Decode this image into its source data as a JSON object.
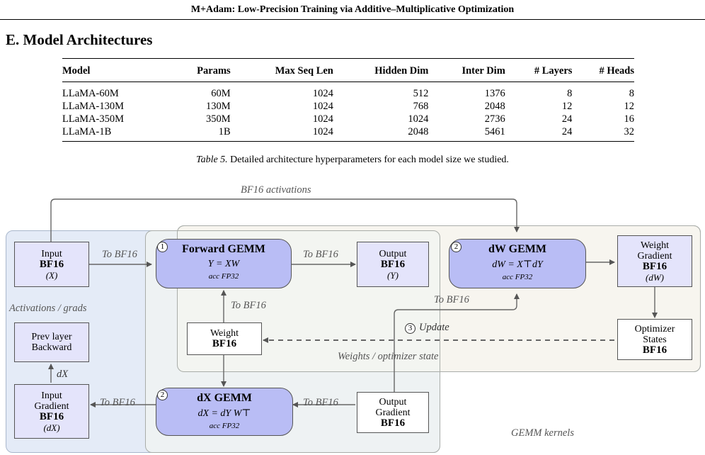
{
  "running_head": "M+Adam: Low-Precision Training via Additive–Multiplicative Optimization",
  "section_title": "E. Model Architectures",
  "table": {
    "headers": [
      "Model",
      "Params",
      "Max Seq Len",
      "Hidden Dim",
      "Inter Dim",
      "# Layers",
      "# Heads"
    ],
    "rows": [
      [
        "LLaMA-60M",
        "60M",
        "1024",
        "512",
        "1376",
        "8",
        "8"
      ],
      [
        "LLaMA-130M",
        "130M",
        "1024",
        "768",
        "2048",
        "12",
        "12"
      ],
      [
        "LLaMA-350M",
        "350M",
        "1024",
        "1024",
        "2736",
        "24",
        "16"
      ],
      [
        "LLaMA-1B",
        "1B",
        "1024",
        "2048",
        "5461",
        "24",
        "32"
      ]
    ]
  },
  "caption": {
    "label": "Table 5.",
    "text": " Detailed architecture hyperparameters for each model size we studied."
  },
  "diagram": {
    "input": {
      "title": "Input",
      "dtype": "BF16",
      "var": "(X)"
    },
    "output": {
      "title": "Output",
      "dtype": "BF16",
      "var": "(Y)"
    },
    "weight": {
      "title": "Weight",
      "dtype": "BF16"
    },
    "weight_grad": {
      "title_line1": "Weight",
      "title_line2": "Gradient",
      "dtype": "BF16",
      "var": "(dW)"
    },
    "optimizer": {
      "title_line1": "Optimizer",
      "title_line2": "States",
      "dtype": "BF16"
    },
    "prev_layer": {
      "line1": "Prev layer",
      "line2": "Backward"
    },
    "input_grad": {
      "title_line1": "Input",
      "title_line2": "Gradient",
      "dtype": "BF16",
      "var": "(dX)"
    },
    "output_grad": {
      "title_line1": "Output",
      "title_line2": "Gradient",
      "dtype": "BF16"
    },
    "forward_gemm": {
      "num": "1",
      "title": "Forward GEMM",
      "eq": "Y = XW",
      "acc": "acc FP32"
    },
    "dw_gemm": {
      "num": "2",
      "title": "dW GEMM",
      "eq": "dW = X⊤dY",
      "acc": "acc FP32"
    },
    "dx_gemm": {
      "num": "2",
      "title": "dX GEMM",
      "eq": "dX = dY W⊤",
      "acc": "acc FP32"
    },
    "labels": {
      "bf16_activations": "BF16 activations",
      "to_bf16": "To BF16",
      "update_num": "3",
      "update": "Update",
      "activations_grads": "Activations / grads",
      "weights_optimizer_state": "Weights / optimizer state",
      "gemm_kernels": "GEMM kernels",
      "dx": "dX"
    },
    "colors": {
      "gemm_fill": "#b9bdf5",
      "box_fill": "#e4e4fb",
      "activations_region": "#e4ebf7",
      "gemm_region": "#f1f4f1",
      "weights_region": "#f7f5ef"
    }
  }
}
